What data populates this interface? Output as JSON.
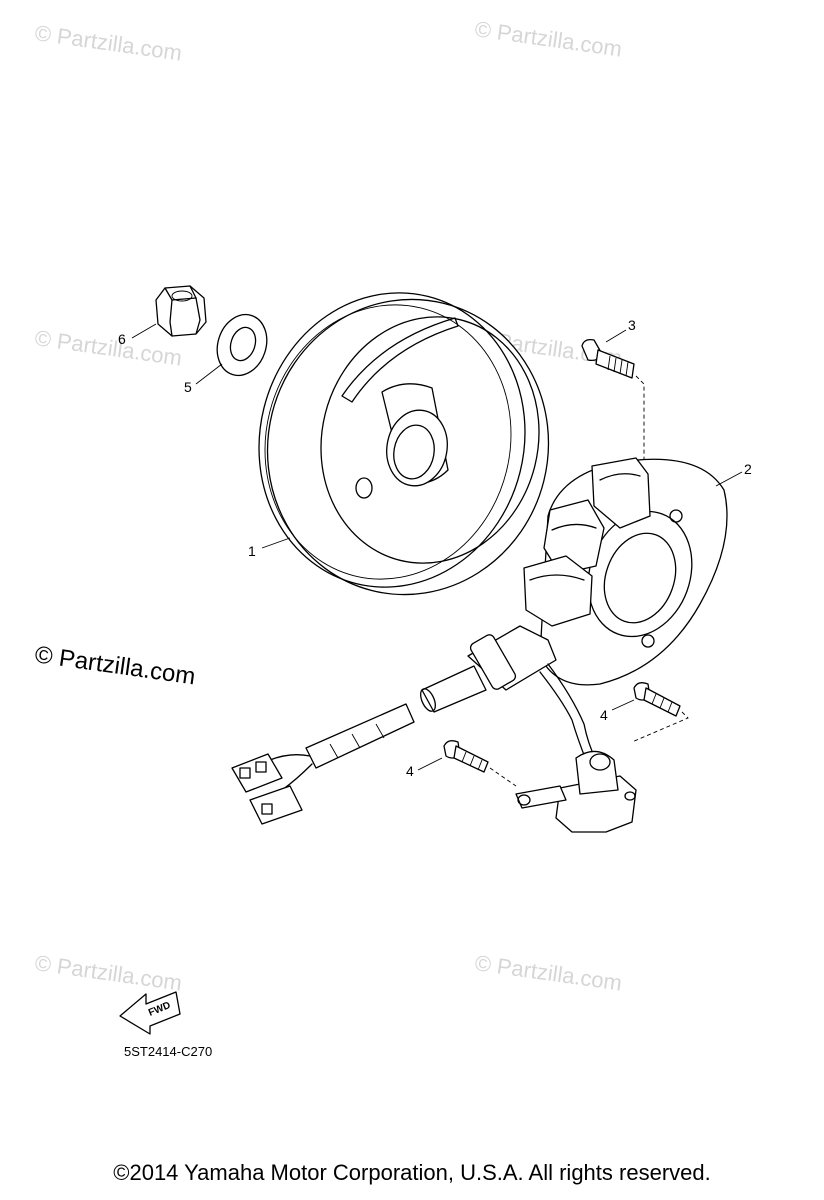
{
  "watermarks": [
    "© Partzilla.com",
    "© Partzilla.com",
    "© Partzilla.com",
    "© Partzilla.com",
    "© Partzilla.com",
    "© Partzilla.com"
  ],
  "watermark_main": "© Partzilla.com",
  "callouts": {
    "flywheel_rotor": "1",
    "stator_assembly": "2",
    "bolt_top": "3",
    "screw_right": "4",
    "screw_left": "4",
    "washer": "5",
    "nut": "6"
  },
  "fwd_label": "FWD",
  "diagram_code": "5ST2414-C270",
  "copyright": "©2014 Yamaha Motor Corporation, U.S.A. All rights reserved."
}
